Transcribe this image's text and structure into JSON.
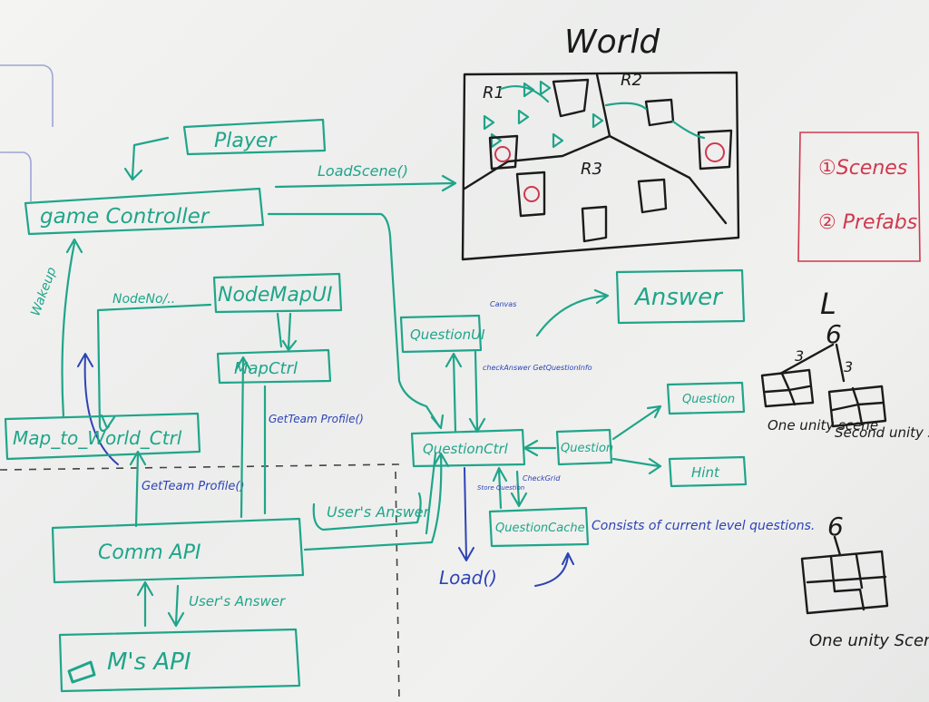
{
  "labels": {
    "player": "Player",
    "game_controller": "game Controller",
    "load_scene": "LoadScene()",
    "world": "World",
    "r1": "R1",
    "r2": "R2",
    "r3": "R3",
    "scenes": "①Scenes",
    "prefabs": "② Prefabs",
    "node_map_ui": "NodeMapUI",
    "node_no": "NodeNo/..",
    "map_ctrl": "MapCtrl",
    "wakeup": "Wakeup",
    "map_to_world": "Map_to_World_Ctrl",
    "get_team_profile_left": "GetTeam Profile()",
    "get_team_profile_mid": "GetTeam Profile()",
    "comm_api": "Comm API",
    "users_answer": "User's Answer",
    "users_answer_bottom": "User's Answer",
    "ms_api": "M's API",
    "answer": "Answer",
    "question_ui": "QuestionUI",
    "canvas": "Canvas",
    "check_answer": "checkAnswer GetQuestionInfo",
    "question_ctrl": "QuestionCtrl",
    "question_obj": "Question",
    "question_box": "Question",
    "hint": "Hint",
    "question_cache": "QuestionCache",
    "check_grid": "CheckGrid",
    "store_question": "Store Question",
    "consists": "Consists of current level questions.",
    "load": "Load()",
    "tree_top": "L",
    "tree_six_a": "6",
    "tree_three_a": "3",
    "tree_three_b": "3",
    "one_unity_scene": "One unity scene",
    "second_unity_scene": "Second unity scene.",
    "tree_six_b": "6",
    "one_unity_scene_2": "One unity Scene"
  }
}
